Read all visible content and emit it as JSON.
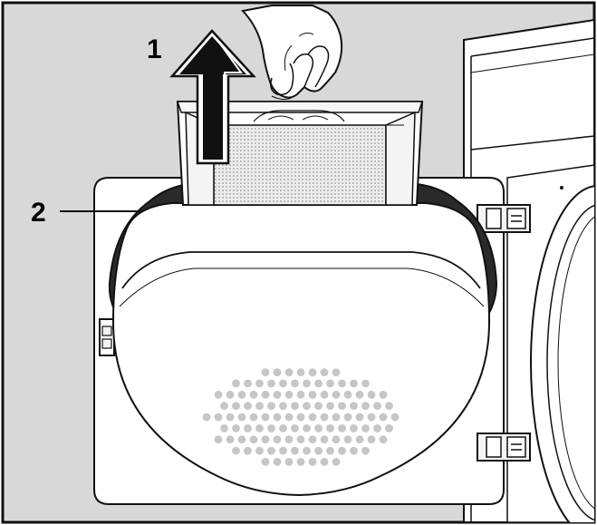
{
  "callouts": [
    {
      "id": "1",
      "label": "1",
      "target": "lint-filter-upper-removal-direction"
    },
    {
      "id": "2",
      "label": "2",
      "target": "filter-seal"
    }
  ],
  "colors": {
    "background": "#d8d8d8",
    "line": "#111111",
    "door": "#ffffff",
    "mesh": "#dcdcdc",
    "seal": "#2a2a2a",
    "vent_holes": "#c6c6c6"
  },
  "icons": [
    "hand-icon",
    "up-arrow-icon",
    "hinge-icon",
    "latch-icon"
  ]
}
